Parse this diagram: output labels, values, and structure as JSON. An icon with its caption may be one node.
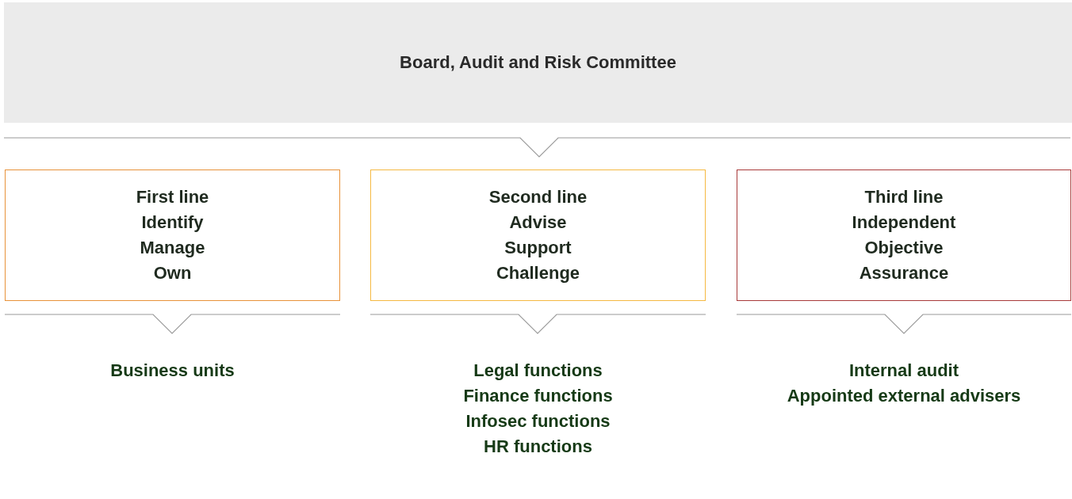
{
  "diagram": {
    "nodes": [
      {
        "text": [
          "Board, Audit and Risk Committee"
        ]
      },
      {
        "text": [
          "First line",
          "Identify",
          "Manage",
          "Own"
        ]
      },
      {
        "text": [
          "Second line",
          "Advise",
          "Support",
          "Challenge"
        ]
      },
      {
        "text": [
          "Third line",
          "Independent",
          "Objective",
          "Assurance"
        ]
      },
      {
        "text": [
          "Business units"
        ]
      },
      {
        "text": [
          "Legal functions",
          "Finance functions",
          "Infosec functions",
          "HR functions"
        ]
      },
      {
        "text": [
          "Internal audit",
          "Appointed external advisers"
        ]
      }
    ]
  }
}
